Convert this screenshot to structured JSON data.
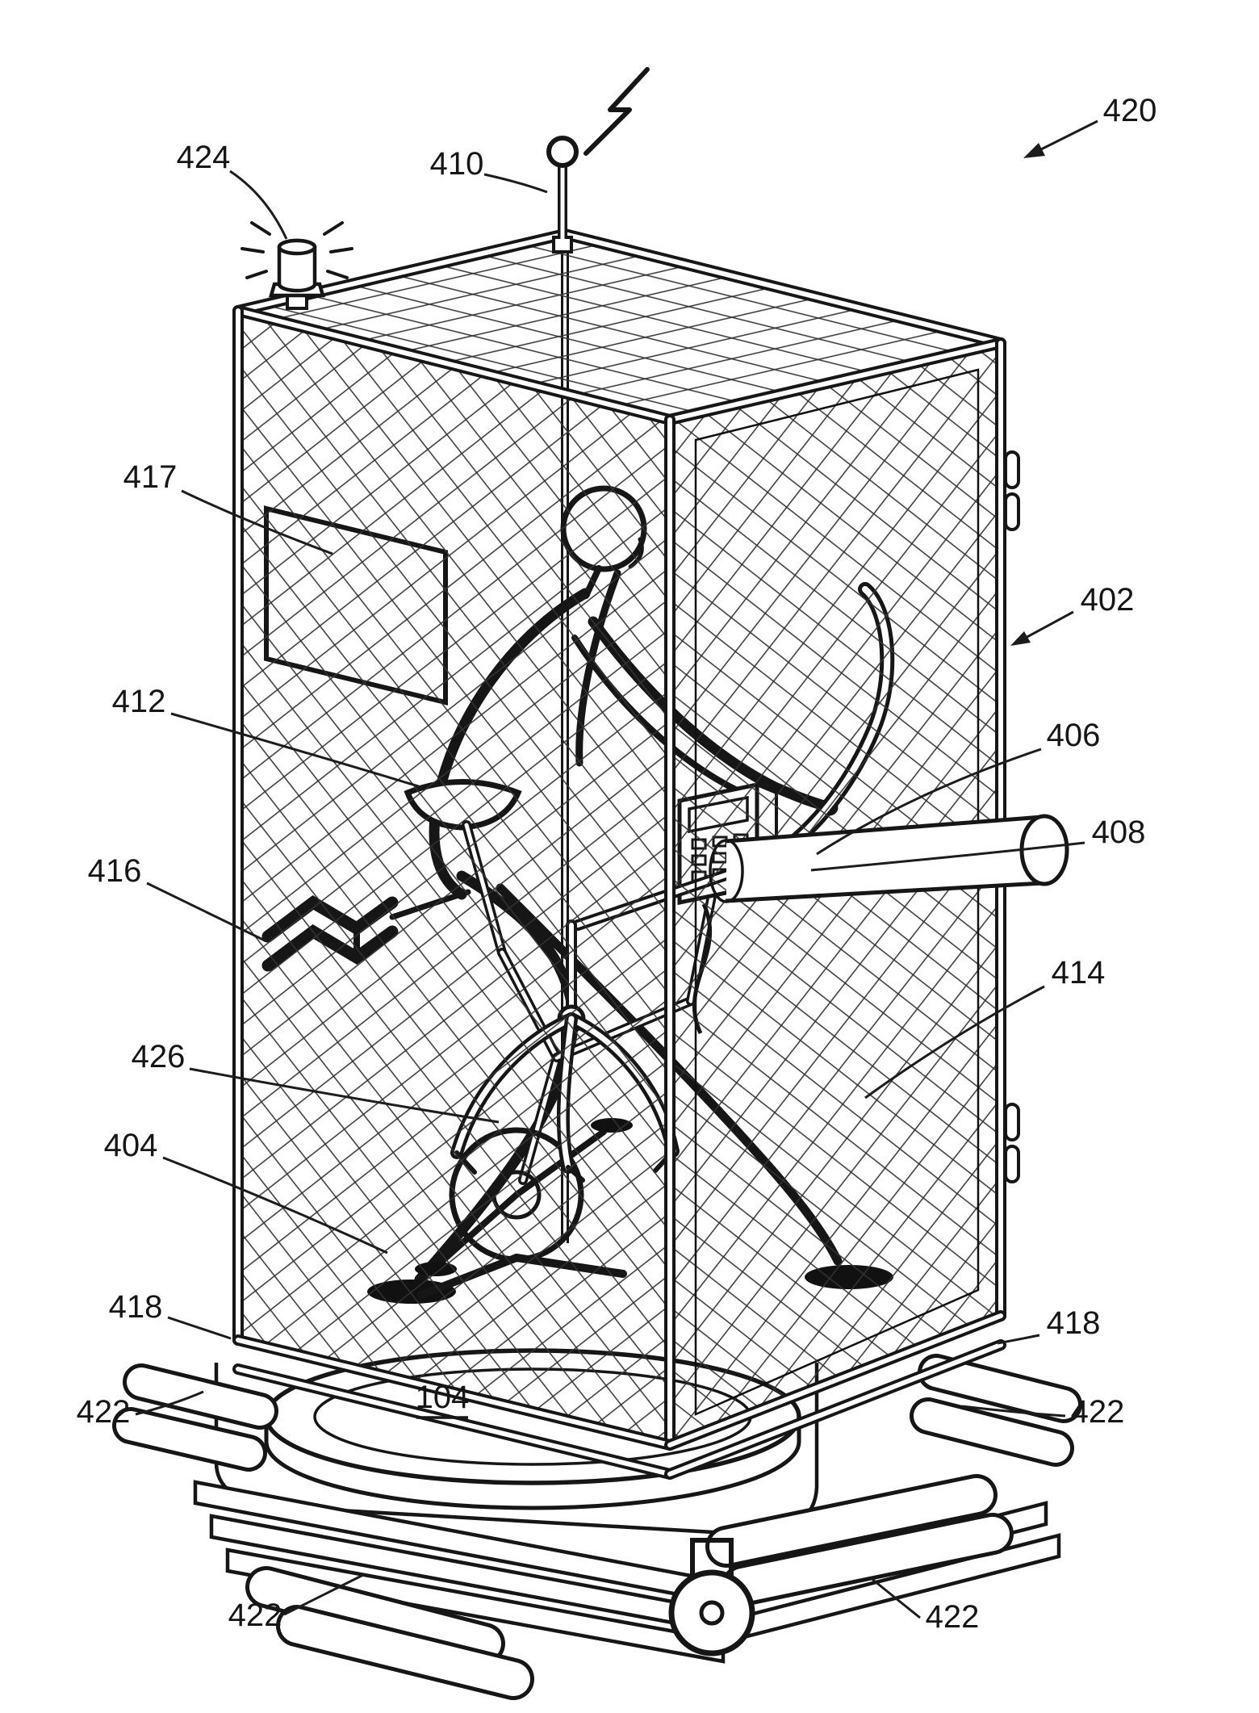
{
  "figure": {
    "background_color": "#ffffff",
    "ink_color": "#1c1c1c",
    "labels": [
      {
        "id": "420",
        "text": "420"
      },
      {
        "id": "424",
        "text": "424"
      },
      {
        "id": "410",
        "text": "410"
      },
      {
        "id": "417",
        "text": "417"
      },
      {
        "id": "402",
        "text": "402"
      },
      {
        "id": "412",
        "text": "412"
      },
      {
        "id": "406",
        "text": "406"
      },
      {
        "id": "408",
        "text": "408"
      },
      {
        "id": "416",
        "text": "416"
      },
      {
        "id": "414",
        "text": "414"
      },
      {
        "id": "426",
        "text": "426"
      },
      {
        "id": "404",
        "text": "404"
      },
      {
        "id": "418-left",
        "text": "418"
      },
      {
        "id": "418-right",
        "text": "418"
      },
      {
        "id": "422-left",
        "text": "422"
      },
      {
        "id": "422-right",
        "text": "422"
      },
      {
        "id": "422-bottom-left",
        "text": "422"
      },
      {
        "id": "422-bottom-right",
        "text": "422"
      },
      {
        "id": "104",
        "text": "104",
        "underlined": true
      }
    ]
  }
}
